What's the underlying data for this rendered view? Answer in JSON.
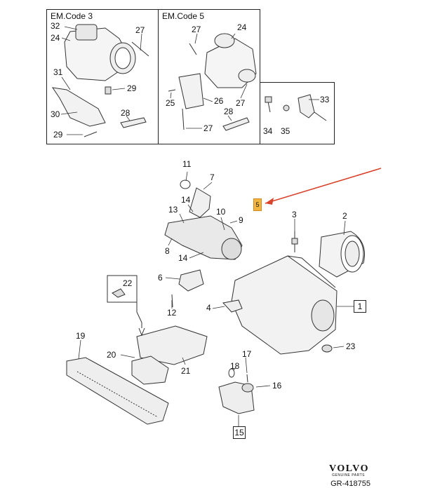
{
  "insets": [
    {
      "title": "EM.Code 3"
    },
    {
      "title": "EM.Code 5"
    }
  ],
  "inset1_labels": [
    "32",
    "27",
    "24",
    "31",
    "29",
    "30",
    "28",
    "29"
  ],
  "inset2_labels": [
    "27",
    "24",
    "26",
    "25",
    "27",
    "28",
    "27"
  ],
  "inset3_labels": [
    "33",
    "34",
    "35"
  ],
  "main_labels": [
    "11",
    "7",
    "14",
    "13",
    "10",
    "9",
    "8",
    "14",
    "3",
    "2",
    "6",
    "22",
    "12",
    "4",
    "17",
    "18",
    "16",
    "19",
    "20",
    "21",
    "23"
  ],
  "boxed_labels": {
    "part1": "1",
    "part15": "15"
  },
  "highlight_label": "5",
  "brand": {
    "name": "VOLVO",
    "tag": "GENUINE PARTS",
    "code": "GR-418755"
  },
  "colors": {
    "arrow": "#d9432b",
    "highlight": "#f2b640"
  }
}
